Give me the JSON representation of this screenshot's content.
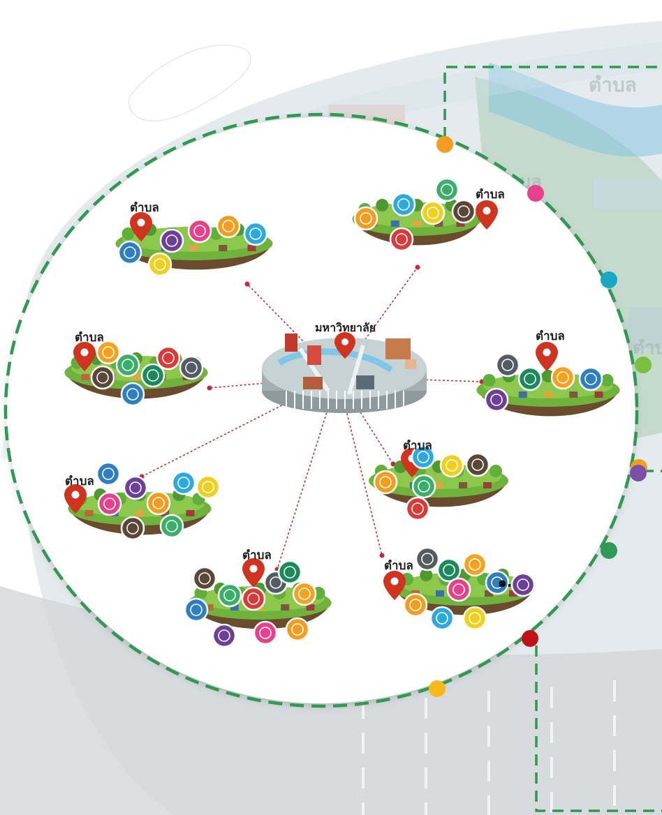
{
  "center": {
    "label": "มหาวิทยาลัย"
  },
  "communities": [
    {
      "label": "ตำบล"
    },
    {
      "label": "ตำบล"
    },
    {
      "label": "ตำบล"
    },
    {
      "label": "ตำบล"
    },
    {
      "label": "ตำบล"
    },
    {
      "label": "ตำบล"
    },
    {
      "label": "ตำบล"
    },
    {
      "label": "ตำบล"
    }
  ],
  "background_labels": [
    "ตำบล",
    "ตำบล",
    "ตำบ"
  ],
  "marker_text": "๑.",
  "colors": {
    "circle_border": "#2e9a4f",
    "connector": "#c8283c",
    "dots": [
      "#f39c1f",
      "#e8408a",
      "#18a8c4",
      "#7bbf3f",
      "#f39c1f",
      "#7b4fa8",
      "#2e9a55",
      "#c0121a",
      "#f8b81a"
    ]
  },
  "icon_colors": [
    "#2d7fc1",
    "#6e3f99",
    "#e8408a",
    "#f39c1f",
    "#2ea9df",
    "#f0cf1f",
    "#5b4638",
    "#3aaf6a",
    "#d93a3a",
    "#555b63",
    "#1b8a5a",
    "#f6a21e"
  ]
}
